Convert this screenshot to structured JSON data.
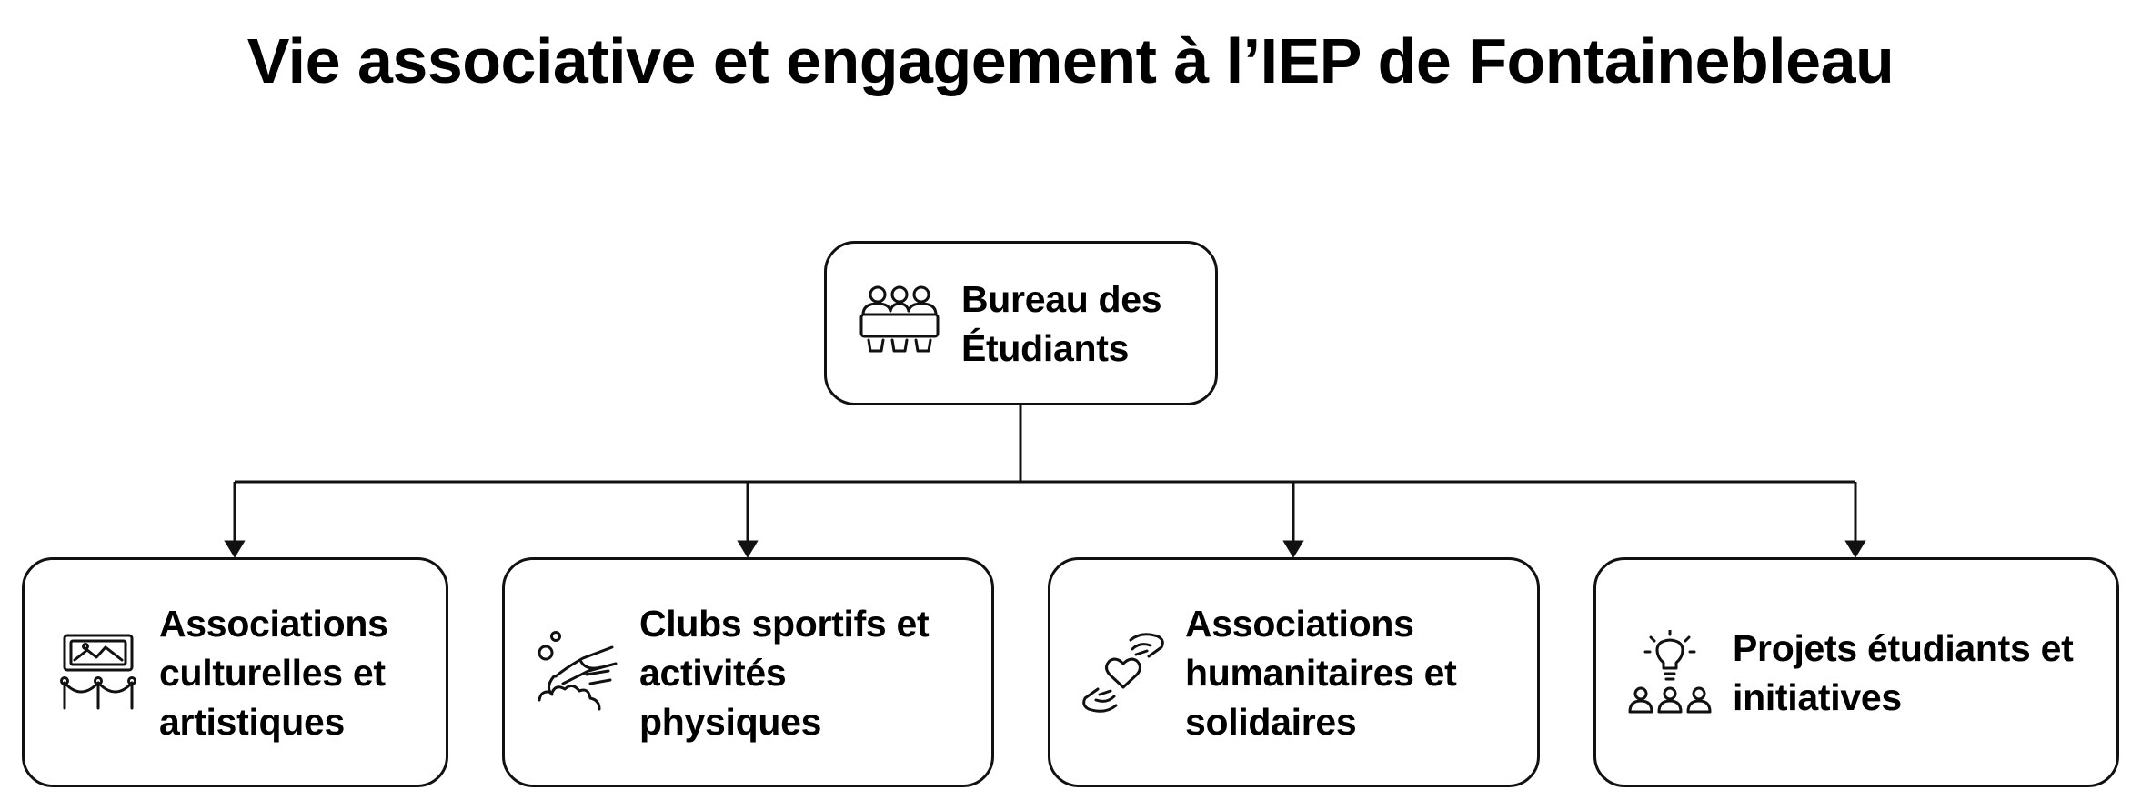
{
  "title": "Vie associative et engagement à l’IEP de Fontainebleau",
  "root": {
    "label": "Bureau des Étudiants",
    "icon": "student-council-meeting-icon"
  },
  "children": [
    {
      "label": "Associations culturelles et artistiques",
      "icon": "art-gallery-icon"
    },
    {
      "label": "Clubs sportifs et activités physiques",
      "icon": "hand-splash-icon"
    },
    {
      "label": "Associations humanitaires et solidaires",
      "icon": "hands-heart-icon"
    },
    {
      "label": "Projets étudiants et initiatives",
      "icon": "idea-team-icon"
    }
  ],
  "colors": {
    "stroke": "#111111",
    "background": "#ffffff",
    "text": "#000000"
  }
}
